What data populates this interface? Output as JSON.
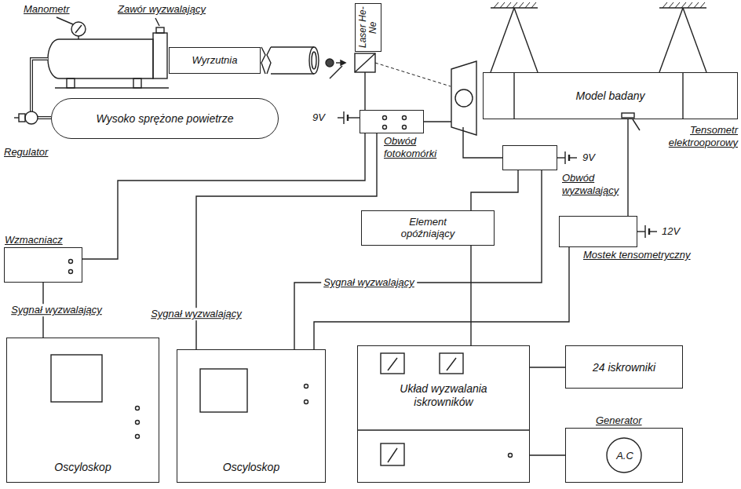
{
  "diagram": {
    "nodes": [
      {
        "text": [
          "Wyrzutnia"
        ]
      },
      {
        "text": [
          "Laser He-Ne"
        ]
      },
      {
        "text": [
          "Model badany"
        ]
      },
      {
        "text": [
          "Wysoko sprężone powietrze"
        ]
      },
      {
        "text": [
          "Obwód fotokomórki"
        ]
      },
      {
        "text": [
          "Obwód wyzwalający"
        ]
      },
      {
        "text": [
          "Element opóźniający"
        ]
      },
      {
        "text": [
          "Mostek tensometryczny"
        ]
      },
      {
        "text": [
          "Wzmacniacz"
        ]
      },
      {
        "text": [
          "Oscyloskop"
        ]
      },
      {
        "text": [
          "Oscyloskop"
        ]
      },
      {
        "text": [
          "Układ wyzwalania iskrowników"
        ]
      },
      {
        "text": [
          "24 iskrowniki"
        ]
      },
      {
        "text": [
          "Generator",
          "A.C"
        ]
      }
    ],
    "edges": [
      {
        "from": 4,
        "to": 8,
        "arrow": "none"
      },
      {
        "from": 8,
        "to": 9,
        "label": "Sygnał wyzwalający",
        "arrow": "none"
      },
      {
        "from": 4,
        "to": 10,
        "label": "Sygnał wyzwalający",
        "arrow": "none"
      },
      {
        "from": 5,
        "to": 6,
        "arrow": "none"
      },
      {
        "from": 5,
        "to": 10,
        "label": "Sygnał wyzwalający",
        "arrow": "none"
      },
      {
        "from": 7,
        "to": 10,
        "arrow": "none"
      },
      {
        "from": 6,
        "to": 11,
        "arrow": "none"
      },
      {
        "from": 11,
        "to": 12,
        "arrow": "none"
      },
      {
        "from": 11,
        "to": 13,
        "arrow": "none"
      }
    ],
    "labels": [
      "Manometr",
      "Zawór wyzwalający",
      "Regulator",
      "9V",
      "Tensometr elektrooporowy",
      "9V",
      "12V"
    ]
  }
}
